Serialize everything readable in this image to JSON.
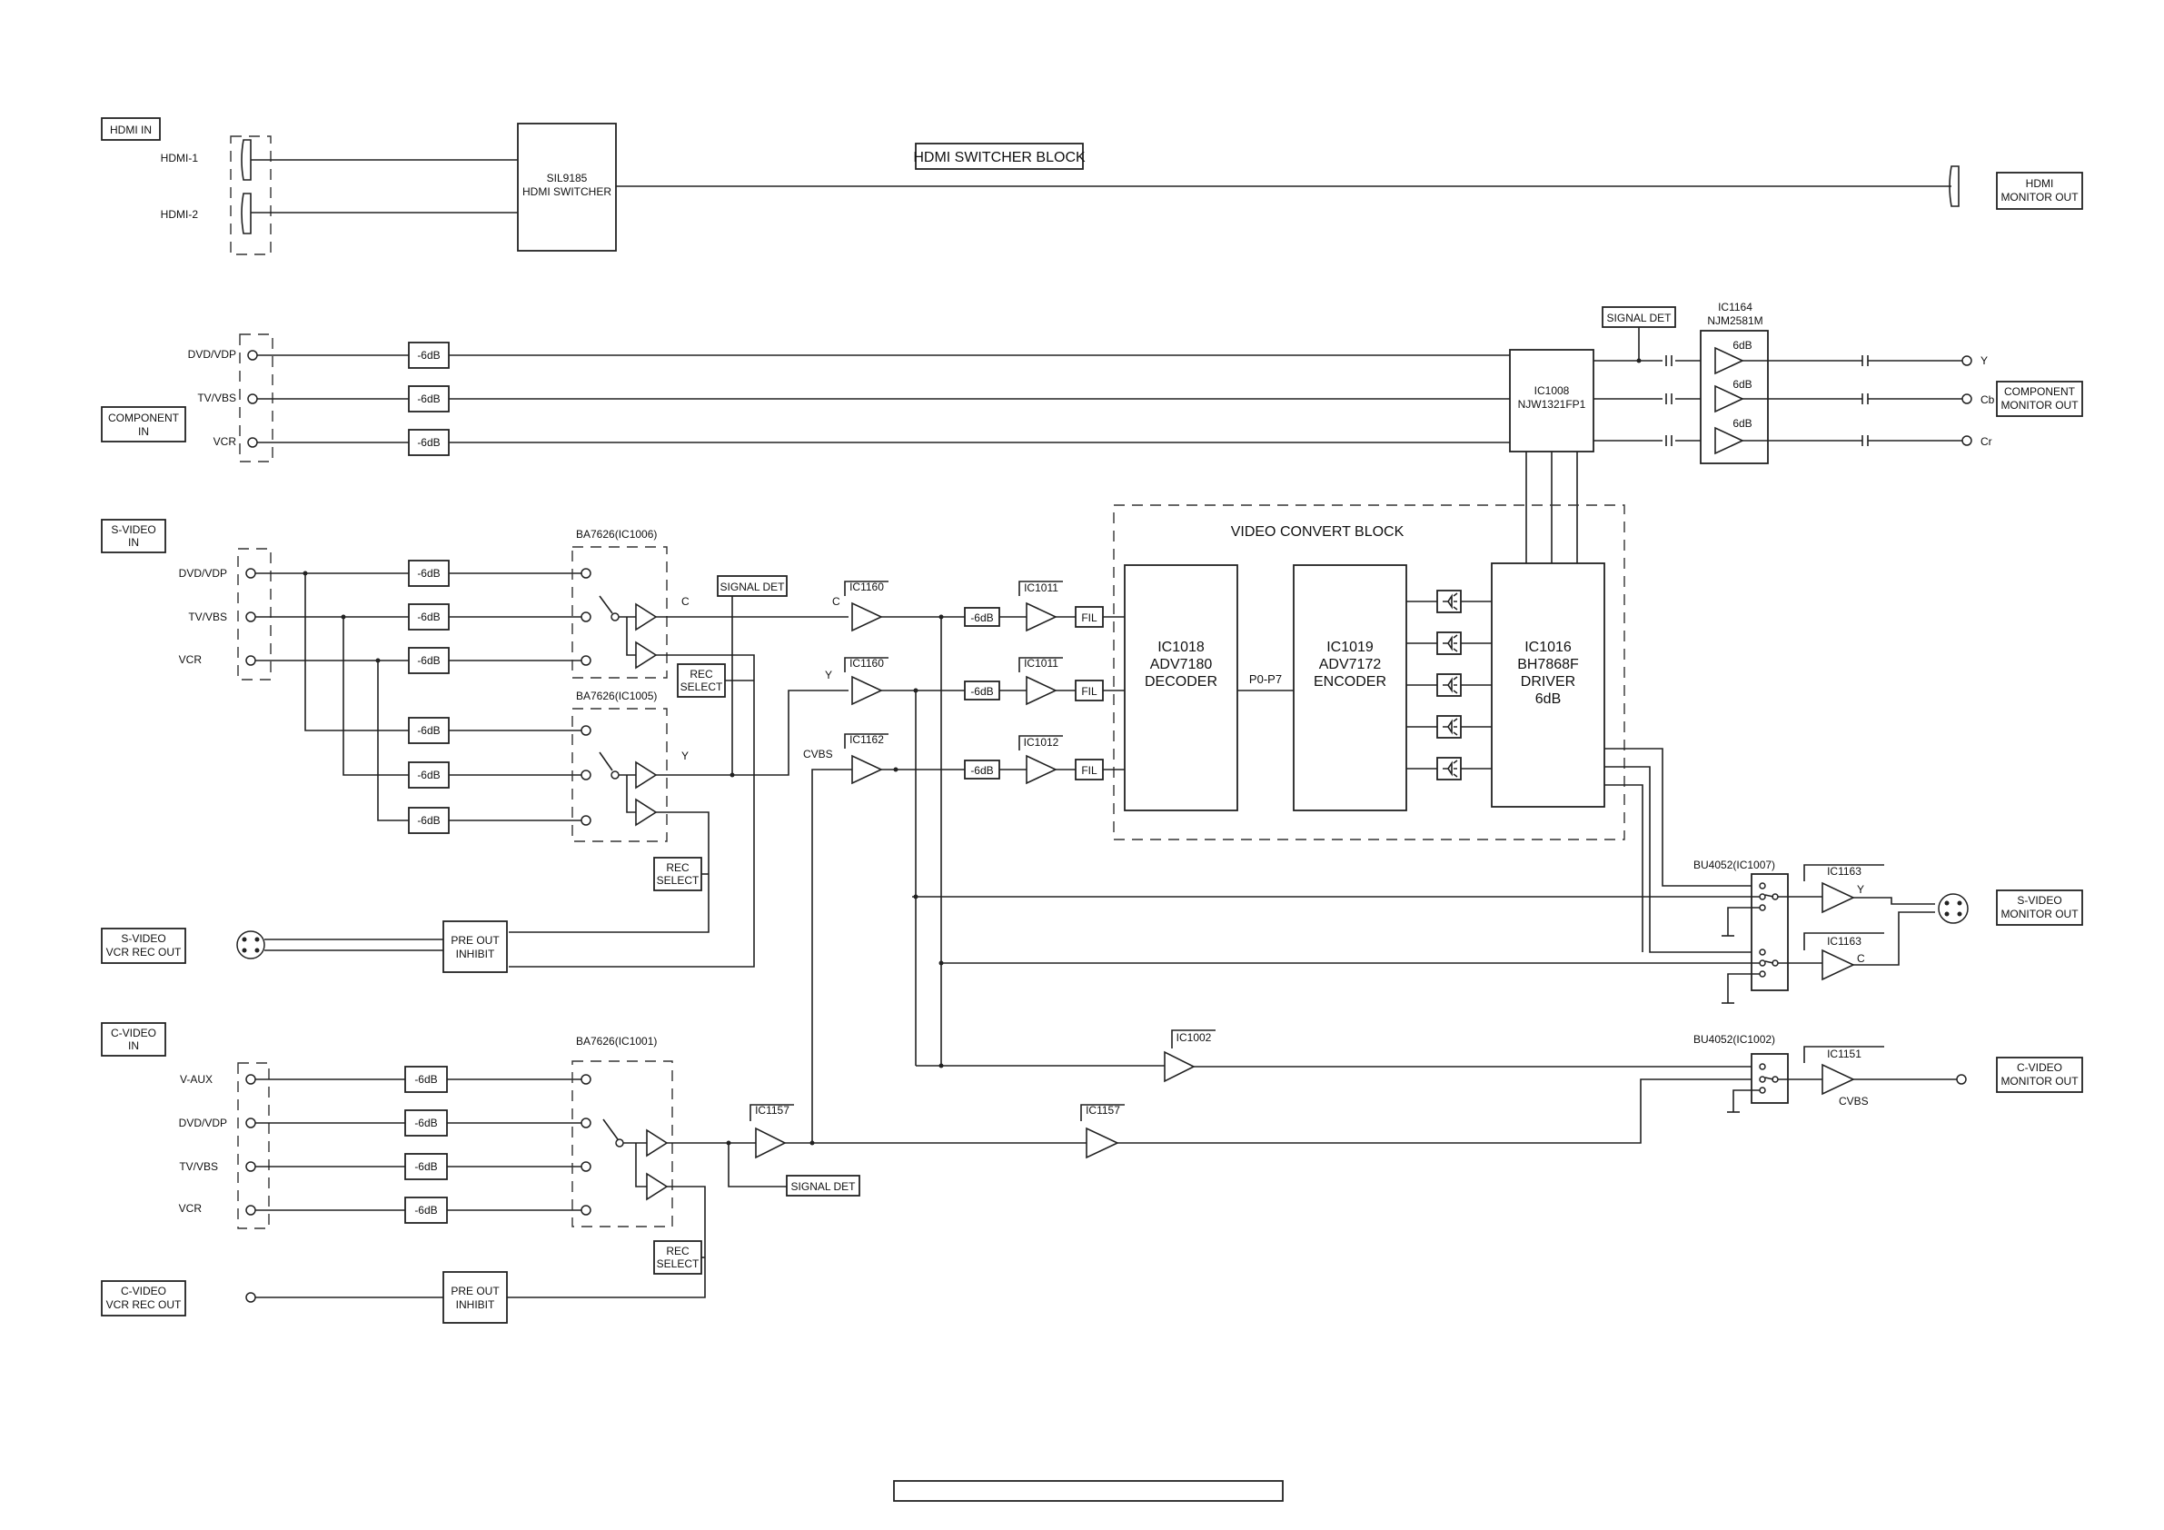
{
  "hdmi": {
    "in_label": "HDMI IN",
    "inputs": [
      "HDMI-1",
      "HDMI-2"
    ],
    "switch_line1": "SIL9185",
    "switch_line2": "HDMI SWITCHER",
    "block_title": "HDMI SWITCHER BLOCK",
    "monitor_line1": "HDMI",
    "monitor_line2": "MONITOR OUT"
  },
  "component": {
    "in_line1": "COMPONENT",
    "in_line2": "IN",
    "inputs": [
      "DVD/VDP",
      "TV/VBS",
      "VCR"
    ],
    "atten": "-6dB",
    "signal_det": "SIGNAL DET",
    "ic1008_line1": "IC1008",
    "ic1008_line2": "NJW1321FP1",
    "ic1164_line1": "IC1164",
    "ic1164_line2": "NJM2581M",
    "gain": "6dB",
    "outputs": [
      "Y",
      "Cb",
      "Cr"
    ],
    "monitor_line1": "COMPONENT",
    "monitor_line2": "MONITOR OUT"
  },
  "svideo": {
    "in_line1": "S-VIDEO",
    "in_line2": "IN",
    "inputs": [
      "DVD/VDP",
      "TV/VBS",
      "VCR"
    ],
    "atten": "-6dB",
    "sw_c": "BA7626(IC1006)",
    "sw_y": "BA7626(IC1005)",
    "c_label": "C",
    "y_label": "Y",
    "signal_det": "SIGNAL DET",
    "rec_line1": "REC",
    "rec_line2": "SELECT",
    "rec_out_line1": "S-VIDEO",
    "rec_out_line2": "VCR REC OUT",
    "pre_line1": "PRE OUT",
    "pre_line2": "INHIBIT"
  },
  "convert": {
    "title": "VIDEO CONVERT BLOCK",
    "amps": [
      "IC1160",
      "IC1160",
      "IC1162"
    ],
    "amp_labels": [
      "C",
      "Y",
      "CVBS"
    ],
    "atten": "-6dB",
    "buffers": [
      "IC1011",
      "IC1011",
      "IC1012"
    ],
    "fil": "FIL",
    "decoder": [
      "IC1018",
      "ADV7180",
      "DECODER"
    ],
    "bus": "P0-P7",
    "encoder": [
      "IC1019",
      "ADV7172",
      "ENCODER"
    ],
    "driver": [
      "IC1016",
      "BH7868F",
      "DRIVER",
      "6dB"
    ]
  },
  "svideo_out": {
    "mux": "BU4052(IC1007)",
    "amp_y": "IC1163",
    "amp_c": "IC1163",
    "y_label": "Y",
    "c_label": "C",
    "monitor_line1": "S-VIDEO",
    "monitor_line2": "MONITOR OUT"
  },
  "cvideo": {
    "in_line1": "C-VIDEO",
    "in_line2": "IN",
    "inputs": [
      "V-AUX",
      "DVD/VDP",
      "TV/VBS",
      "VCR"
    ],
    "atten": "-6dB",
    "sw": "BA7626(IC1001)",
    "amp1": "IC1157",
    "amp2": "IC1157",
    "amp_mid": "IC1002",
    "signal_det": "SIGNAL DET",
    "rec_line1": "REC",
    "rec_line2": "SELECT",
    "rec_out_line1": "C-VIDEO",
    "rec_out_line2": "VCR REC OUT",
    "pre_line1": "PRE OUT",
    "pre_line2": "INHIBIT",
    "mux": "BU4052(IC1002)",
    "out_amp": "IC1151",
    "out_label": "CVBS",
    "monitor_line1": "C-VIDEO",
    "monitor_line2": "MONITOR OUT"
  }
}
